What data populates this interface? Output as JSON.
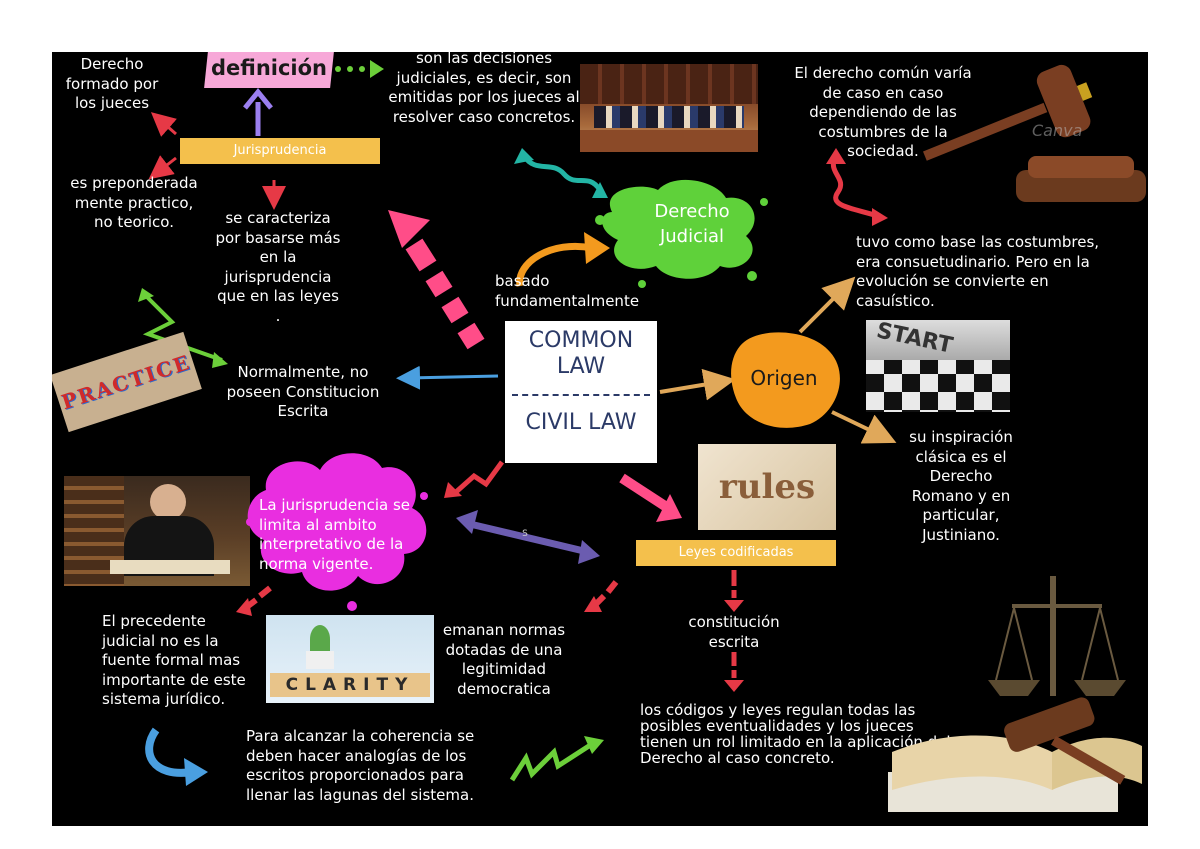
{
  "center": {
    "title_top": "COMMON LAW",
    "title_bottom": "CIVIL LAW"
  },
  "jurisprudencia_label": "Jurisprudencia",
  "definicion_label": "definición",
  "definicion_text": "son las decisiones judiciales, es decir, son emitidas por los jueces al resolver caso concretos.",
  "derecho_formado": "Derecho formado por los jueces",
  "preponderada": "es preponderada mente practico, no teorico.",
  "caracteriza": "se caracteriza por basarse más en la jurisprudencia que en las leyes .",
  "basado": "basado fundamentalmente",
  "derecho_judicial": "Derecho Judicial",
  "constitucion_no": "Normalmente, no poseen Constitucion Escrita",
  "origen_label": "Origen",
  "derecho_comun": "El derecho común varía de caso en caso dependiendo de las costumbres de la sociedad.",
  "costumbres": "tuvo como base las costumbres, era consuetudinario. Pero en la evolución se convierte en casuístico.",
  "inspiracion": "su inspiración clásica es el Derecho Romano y en particular, Justiniano.",
  "jurisprudencia_limita": "La jurisprudencia se limita al ambito interpretativo de la norma vigente.",
  "leyes_codificadas": "Leyes codificadas",
  "constitucion_escrita": "constitución escrita",
  "codigos": "los códigos y leyes regulan todas las posibles eventualidades y los jueces tienen un rol limitado en la aplicación del Derecho al caso concreto.",
  "precedente": "El precedente judicial no es la fuente formal mas importante de este sistema jurídico.",
  "emanan": "emanan normas dotadas de una legitimidad democratica",
  "coherencia": "Para alcanzar la coherencia se deben hacer analogías de los escritos proporcionados para llenar las lagunas del sistema.",
  "image_words": {
    "practice": "PRACTICE",
    "start": "START",
    "rules": "rules",
    "clarity": "CLARITY",
    "canva": "Canva",
    "s_mark": "S"
  },
  "colors": {
    "background": "#000000",
    "yellow": "#f4c04c",
    "pink": "#f7a8d8",
    "green": "#6ccf3a",
    "orange": "#f39a1e",
    "magenta": "#e92ee0",
    "navy": "#2b3a67",
    "red": "#e63946"
  }
}
